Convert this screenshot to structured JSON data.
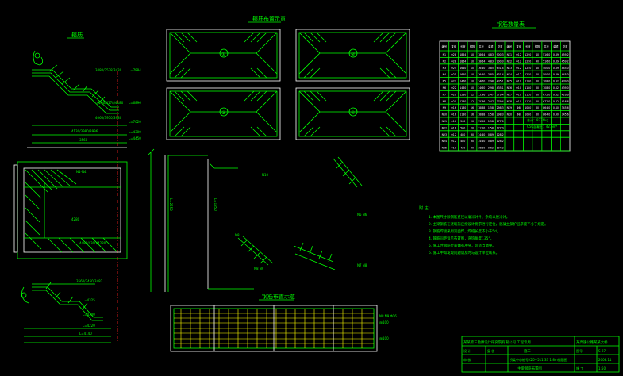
{
  "titles": {
    "rebar_detail": "箍筋",
    "stirrup_layout": "箍筋布置示意",
    "quantity_table": "钢筋数量表",
    "grid_plan": "钢筋布置示意",
    "notes_heading": "附 注："
  },
  "circle_marks": [
    "①",
    "②",
    "③",
    "④"
  ],
  "notes": [
    "1. 本图尺寸除钢筋直径以毫米计外，余均以厘米计。",
    "2. 主梁钢筋在浇筑前应按设计要求进行定位，混凝土保护层厚度不小于规定。",
    "3. 钢筋焊接采用双面焊，焊缝长度不小于5d。",
    "4. 箍筋间距详见布置图，弯钩角度135°。",
    "5. 施工时钢筋位置如有冲突，可适当调整。",
    "6. 施工中如发现问题请及时与设计单位联系。"
  ],
  "summary": {
    "line1": "合计：8376kg",
    "line2": "C50混凝土：42.6m³"
  },
  "table": {
    "headers": [
      "编号",
      "直径",
      "长度",
      "根数",
      "共长",
      "单重",
      "总重",
      "编号",
      "直径",
      "长度",
      "根数",
      "共长",
      "单重",
      "总重"
    ],
    "rows": [
      [
        "N1",
        "Φ28",
        "1864",
        "10",
        "186.4",
        "4.83",
        "900.3",
        "N11",
        "Φ12",
        "1290",
        "40",
        "516.0",
        "0.89",
        "459.2"
      ],
      [
        "N2",
        "Φ28",
        "1864",
        "10",
        "186.4",
        "4.83",
        "900.3",
        "N12",
        "Φ12",
        "1290",
        "40",
        "516.0",
        "0.89",
        "459.2"
      ],
      [
        "N3",
        "Φ25",
        "1640",
        "10",
        "164.0",
        "3.85",
        "631.4",
        "N13",
        "Φ12",
        "1250",
        "40",
        "500.0",
        "0.89",
        "445.0"
      ],
      [
        "N4",
        "Φ25",
        "1640",
        "10",
        "164.0",
        "3.85",
        "631.4",
        "N14",
        "Φ12",
        "1250",
        "40",
        "500.0",
        "0.89",
        "445.0"
      ],
      [
        "N5",
        "Φ22",
        "1460",
        "10",
        "146.0",
        "2.98",
        "435.1",
        "N15",
        "Φ10",
        "1180",
        "60",
        "708.0",
        "0.62",
        "439.0"
      ],
      [
        "N6",
        "Φ22",
        "1460",
        "10",
        "146.0",
        "2.98",
        "435.1",
        "N16",
        "Φ10",
        "1180",
        "60",
        "708.0",
        "0.62",
        "439.0"
      ],
      [
        "N7",
        "Φ20",
        "1280",
        "12",
        "153.6",
        "2.47",
        "379.4",
        "N17",
        "Φ10",
        "1120",
        "60",
        "672.0",
        "0.62",
        "416.6"
      ],
      [
        "N8",
        "Φ20",
        "1280",
        "12",
        "153.6",
        "2.47",
        "379.4",
        "N18",
        "Φ10",
        "1120",
        "60",
        "672.0",
        "0.62",
        "416.6"
      ],
      [
        "N9",
        "Φ16",
        "1180",
        "16",
        "188.8",
        "1.58",
        "298.3",
        "N19",
        "Φ8",
        "1080",
        "80",
        "864.0",
        "0.40",
        "345.6"
      ],
      [
        "N10",
        "Φ16",
        "1180",
        "16",
        "188.8",
        "1.58",
        "298.3",
        "N20",
        "Φ8",
        "1080",
        "80",
        "864.0",
        "0.40",
        "345.6"
      ],
      [
        "N21",
        "Φ16",
        "560",
        "20",
        "112.0",
        "1.58",
        "177.0",
        "",
        "",
        "",
        "",
        "",
        "",
        ""
      ],
      [
        "N22",
        "Φ16",
        "560",
        "20",
        "112.0",
        "1.58",
        "177.0",
        "",
        "",
        "",
        "",
        "",
        "",
        ""
      ],
      [
        "N23",
        "Φ12",
        "480",
        "30",
        "144.0",
        "0.89",
        "128.2",
        "",
        "",
        "",
        "",
        "",
        "",
        ""
      ],
      [
        "N24",
        "Φ12",
        "480",
        "30",
        "144.0",
        "0.89",
        "128.2",
        "",
        "",
        "",
        "",
        "",
        "",
        ""
      ],
      [
        "N25",
        "Φ10",
        "420",
        "40",
        "168.0",
        "0.62",
        "104.2",
        "",
        "",
        "",
        "",
        "",
        "",
        ""
      ]
    ]
  },
  "title_block": {
    "company": "某某第三勘察设计研究院有限公司 工程专用",
    "project": "某高速公路某某大桥",
    "drawing_title": "主梁钢筋布置图",
    "stage": "施工",
    "chainage": "桥梁中心桩号K26+511.33 1-8m钢筋图",
    "sheet_label": "图号",
    "sheet_no": "S-27",
    "date": "2008.11",
    "scale": "1:50",
    "designer": "设 计",
    "checker": "复 核",
    "approver": "审 核",
    "subtitle": "施 工"
  },
  "colors": {
    "background": "#000000",
    "primary": "#00ff00",
    "white": "#ffffff",
    "red": "#ff2020",
    "yellow": "#ffff00"
  }
}
